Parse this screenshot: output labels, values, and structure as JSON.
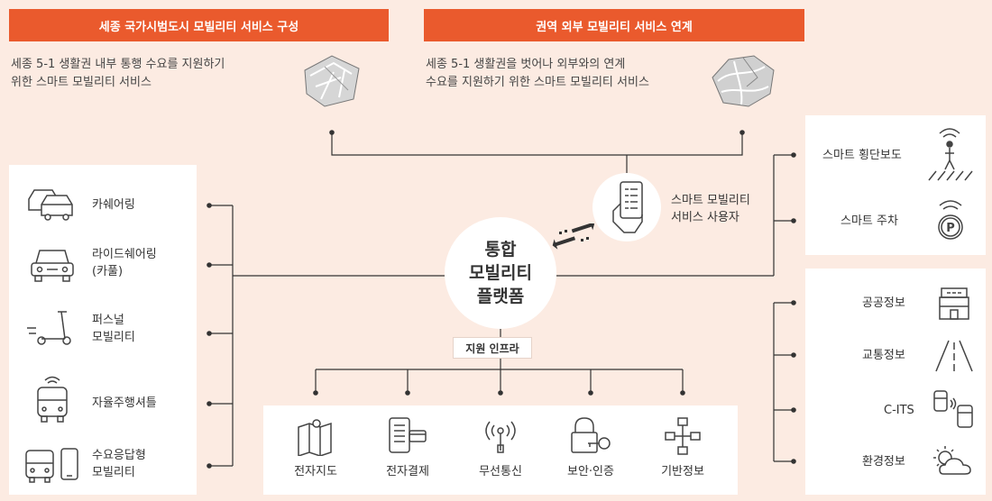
{
  "header_left": {
    "title": "세종 국가시범도시 모빌리티 서비스 구성",
    "desc_line1": "세종 5-1 생활권 내부 통행 수요를 지원하기",
    "desc_line2": "위한 스마트 모빌리티 서비스"
  },
  "header_right": {
    "title": "권역 외부 모빌리티 서비스 연계",
    "desc_line1": "세종 5-1 생활권을 벗어나 외부와의 연계",
    "desc_line2": "수요를 지원하기 위한 스마트 모빌리티 서비스"
  },
  "hub": {
    "line1": "통합",
    "line2": "모빌리티",
    "line3": "플랫폼"
  },
  "user": {
    "line1": "스마트 모빌리티",
    "line2": "서비스 사용자"
  },
  "support_label": "지원 인프라",
  "left_services": [
    {
      "line1": "카쉐어링",
      "line2": "",
      "icon": "car-sharing-icon"
    },
    {
      "line1": "라이드쉐어링",
      "line2": "(카풀)",
      "icon": "ride-sharing-car-icon"
    },
    {
      "line1": "퍼스널",
      "line2": "모빌리티",
      "icon": "kick-scooter-icon"
    },
    {
      "line1": "자율주행셔틀",
      "line2": "",
      "icon": "autonomous-shuttle-icon"
    },
    {
      "line1": "수요응답형",
      "line2": "모빌리티",
      "icon": "bus-phone-icon"
    }
  ],
  "right_top_services": [
    {
      "label": "스마트 횡단보도",
      "icon": "smart-crosswalk-icon"
    },
    {
      "label": "스마트 주차",
      "icon": "smart-parking-icon"
    }
  ],
  "right_bottom_info": [
    {
      "label": "공공정보",
      "icon": "public-building-icon"
    },
    {
      "label": "교통정보",
      "icon": "road-icon"
    },
    {
      "label": "C-ITS",
      "icon": "connected-cars-icon"
    },
    {
      "label": "환경정보",
      "icon": "weather-icon"
    }
  ],
  "infrastructure": [
    {
      "label": "전자지도",
      "icon": "map-icon"
    },
    {
      "label": "전자결제",
      "icon": "payment-icon"
    },
    {
      "label": "무선통신",
      "icon": "wireless-icon"
    },
    {
      "label": "보안·인증",
      "icon": "security-icon"
    },
    {
      "label": "기반정보",
      "icon": "network-icon"
    }
  ],
  "colors": {
    "accent": "#ea5a2d",
    "background": "#fcebe2",
    "line": "#333333"
  }
}
